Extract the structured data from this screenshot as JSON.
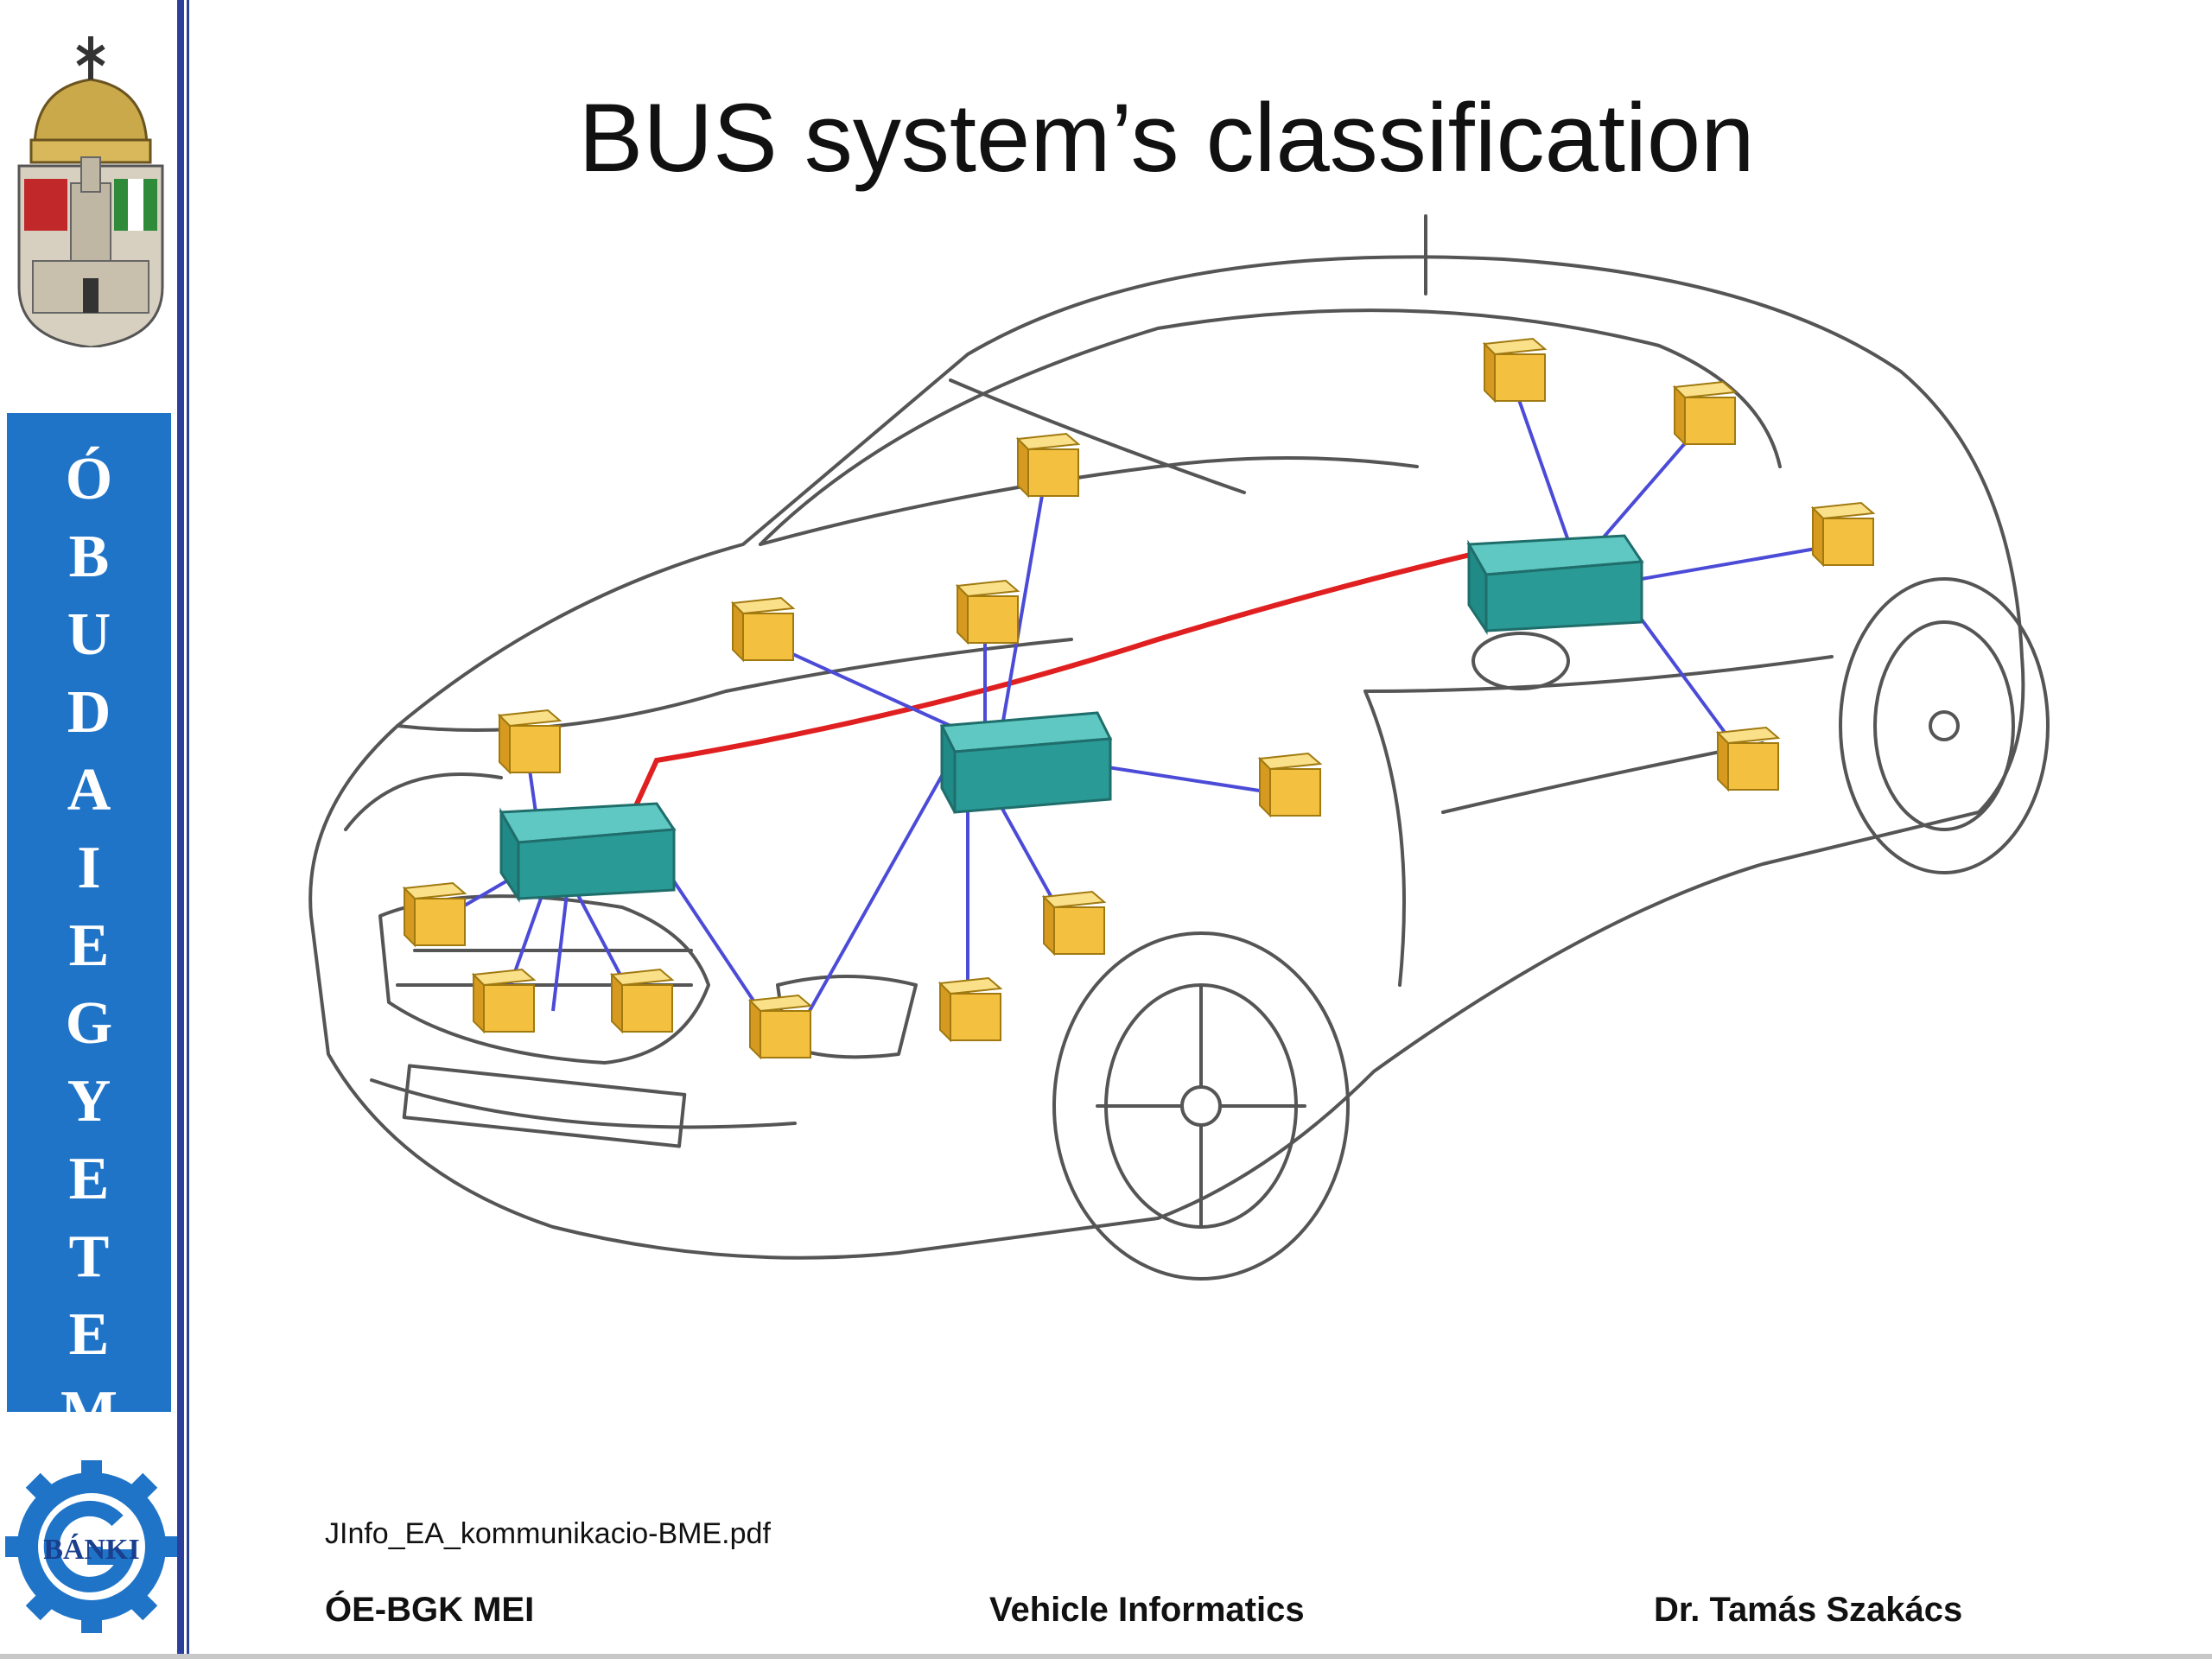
{
  "slide": {
    "title": "BUS system’s classification",
    "source_reference": "JInfo_EA_kommunikacio-BME.pdf"
  },
  "sidebar": {
    "university_name_letters_line1": [
      "Ó",
      "B",
      "U",
      "D",
      "A",
      "I"
    ],
    "university_name_letters_line2": [
      "E",
      "G",
      "Y",
      "E",
      "T",
      "E",
      "M"
    ],
    "logo_text": "BÁNKI"
  },
  "footer": {
    "left": "ÓE-BGK MEI",
    "center": "Vehicle Informatics",
    "right": "Dr. Tamás Szakács"
  },
  "colors": {
    "sidebar_band": "#1f74c8",
    "sidebar_rule": "#2a3e9c",
    "bus_main_line": "#e02020",
    "sub_bus_line": "#4b4bd8",
    "ecu_controller": "#2a9a96",
    "sensor_node": "#f4c040"
  },
  "icons": {
    "crest": "university-coat-of-arms-icon",
    "banki_logo": "banki-gear-logo-icon",
    "figure": "car-network-diagram"
  }
}
